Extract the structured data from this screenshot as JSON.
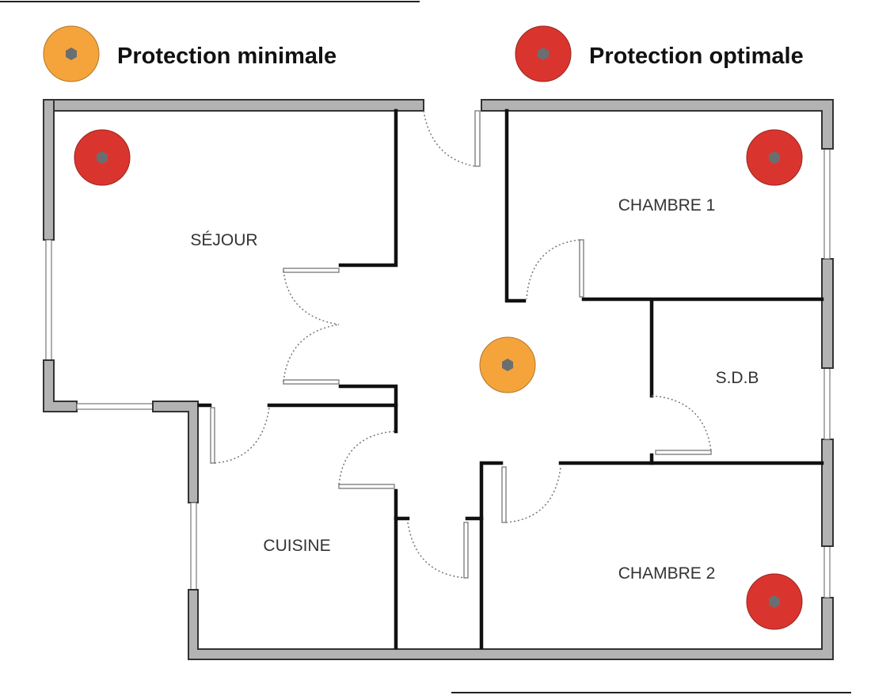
{
  "legend": {
    "minimal": {
      "label": "Protection minimale",
      "color": "#f5a43c"
    },
    "optimal": {
      "label": "Protection optimale",
      "color": "#d9352e"
    }
  },
  "rooms": {
    "sejour": "SÉJOUR",
    "chambre1": "CHAMBRE 1",
    "sdb": "S.D.B",
    "cuisine": "CUISINE",
    "chambre2": "CHAMBRE 2"
  },
  "detectors": [
    {
      "room": "SÉJOUR",
      "level": "optimal"
    },
    {
      "room": "CHAMBRE 1",
      "level": "optimal"
    },
    {
      "room": "CHAMBRE 2",
      "level": "optimal"
    },
    {
      "room": "couloir",
      "level": "minimal"
    }
  ]
}
